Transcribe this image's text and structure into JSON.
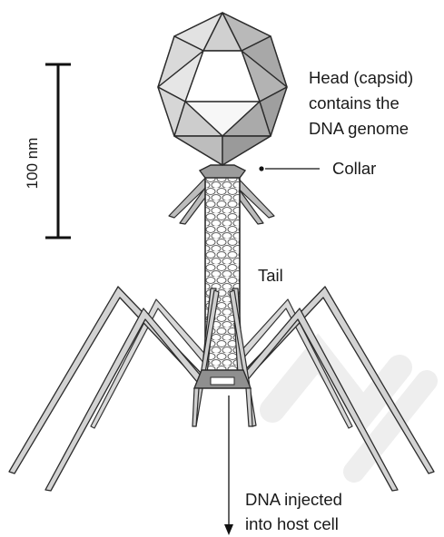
{
  "title": "",
  "scale_bar": {
    "label": "100 nm"
  },
  "labels": {
    "head": [
      "Head (capsid)",
      "contains the",
      "DNA genome"
    ],
    "collar": "Collar",
    "tail": "Tail",
    "dna": [
      "DNA injected",
      "into host cell"
    ]
  },
  "colors": {
    "outline": "#2b2b2b",
    "face_light": "#f4f4f4",
    "face_mid": "#cfcfcf",
    "face_dark": "#a3a3a3",
    "watermark": "#ebebeb"
  }
}
